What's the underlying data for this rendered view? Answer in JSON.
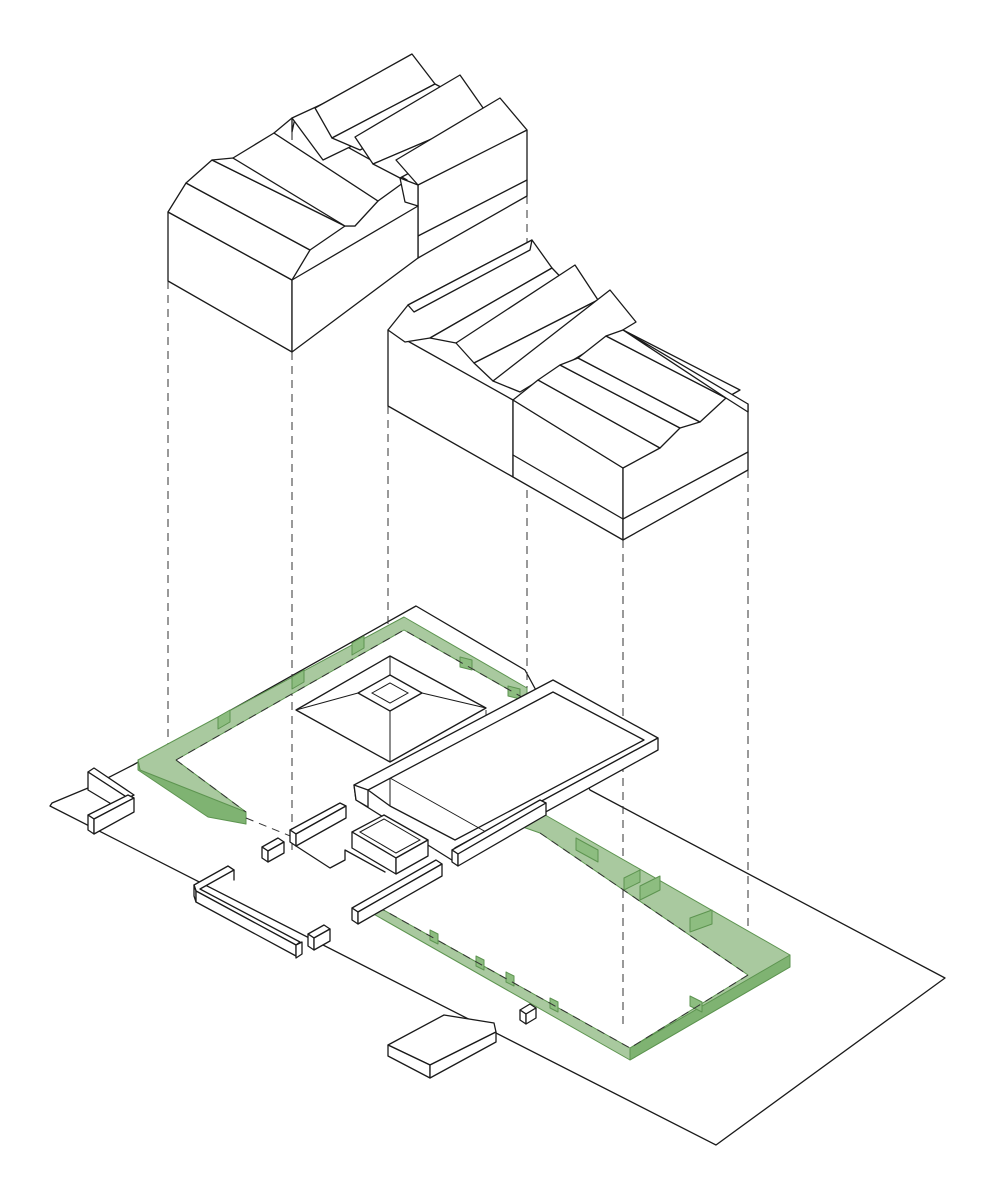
{
  "diagram": {
    "type": "exploded-axonometric",
    "colors": {
      "line": "#1a1a1a",
      "background": "#ffffff",
      "green_top": "#a9c99f",
      "green_side": "#7fb372",
      "green_edge": "#5d9450"
    },
    "components": [
      "roof-volume-back",
      "roof-volume-front",
      "projection-lines",
      "site-ground-plane",
      "green-wall-left",
      "green-wall-right",
      "pyramid-skylight",
      "long-wall-block",
      "small-box",
      "low-walls",
      "ground-box"
    ]
  }
}
